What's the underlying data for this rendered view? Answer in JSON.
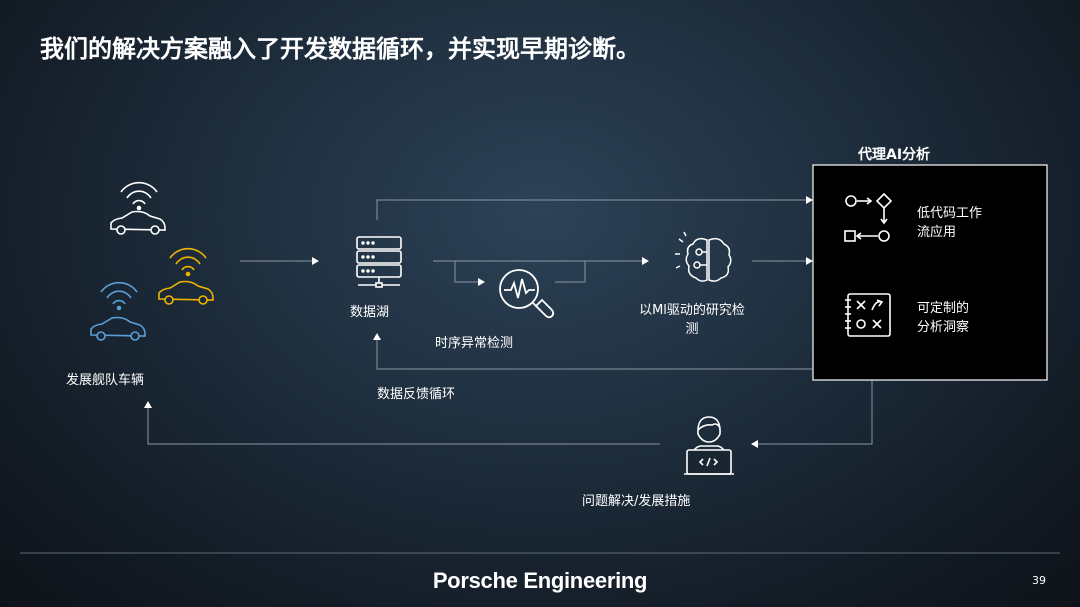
{
  "title": "我们的解决方案融入了开发数据循环，并实现早期诊断。",
  "nodes": {
    "fleet": "发展舰队车辆",
    "data_lake": "数据湖",
    "anomaly": "时序异常检测",
    "ml_research": "以Ml驱动的研究检测",
    "feedback": "数据反馈循环",
    "solution": "问题解决/发展措施"
  },
  "agent_box": {
    "title": "代理AI分析",
    "item1": "低代码工作流应用",
    "item2": "可定制的分析洞察"
  },
  "footer": {
    "brand": "Porsche Engineering",
    "page": "39"
  },
  "colors": {
    "accent": "#f0b400",
    "blue": "#5aa0d8",
    "white": "#ffffff"
  }
}
